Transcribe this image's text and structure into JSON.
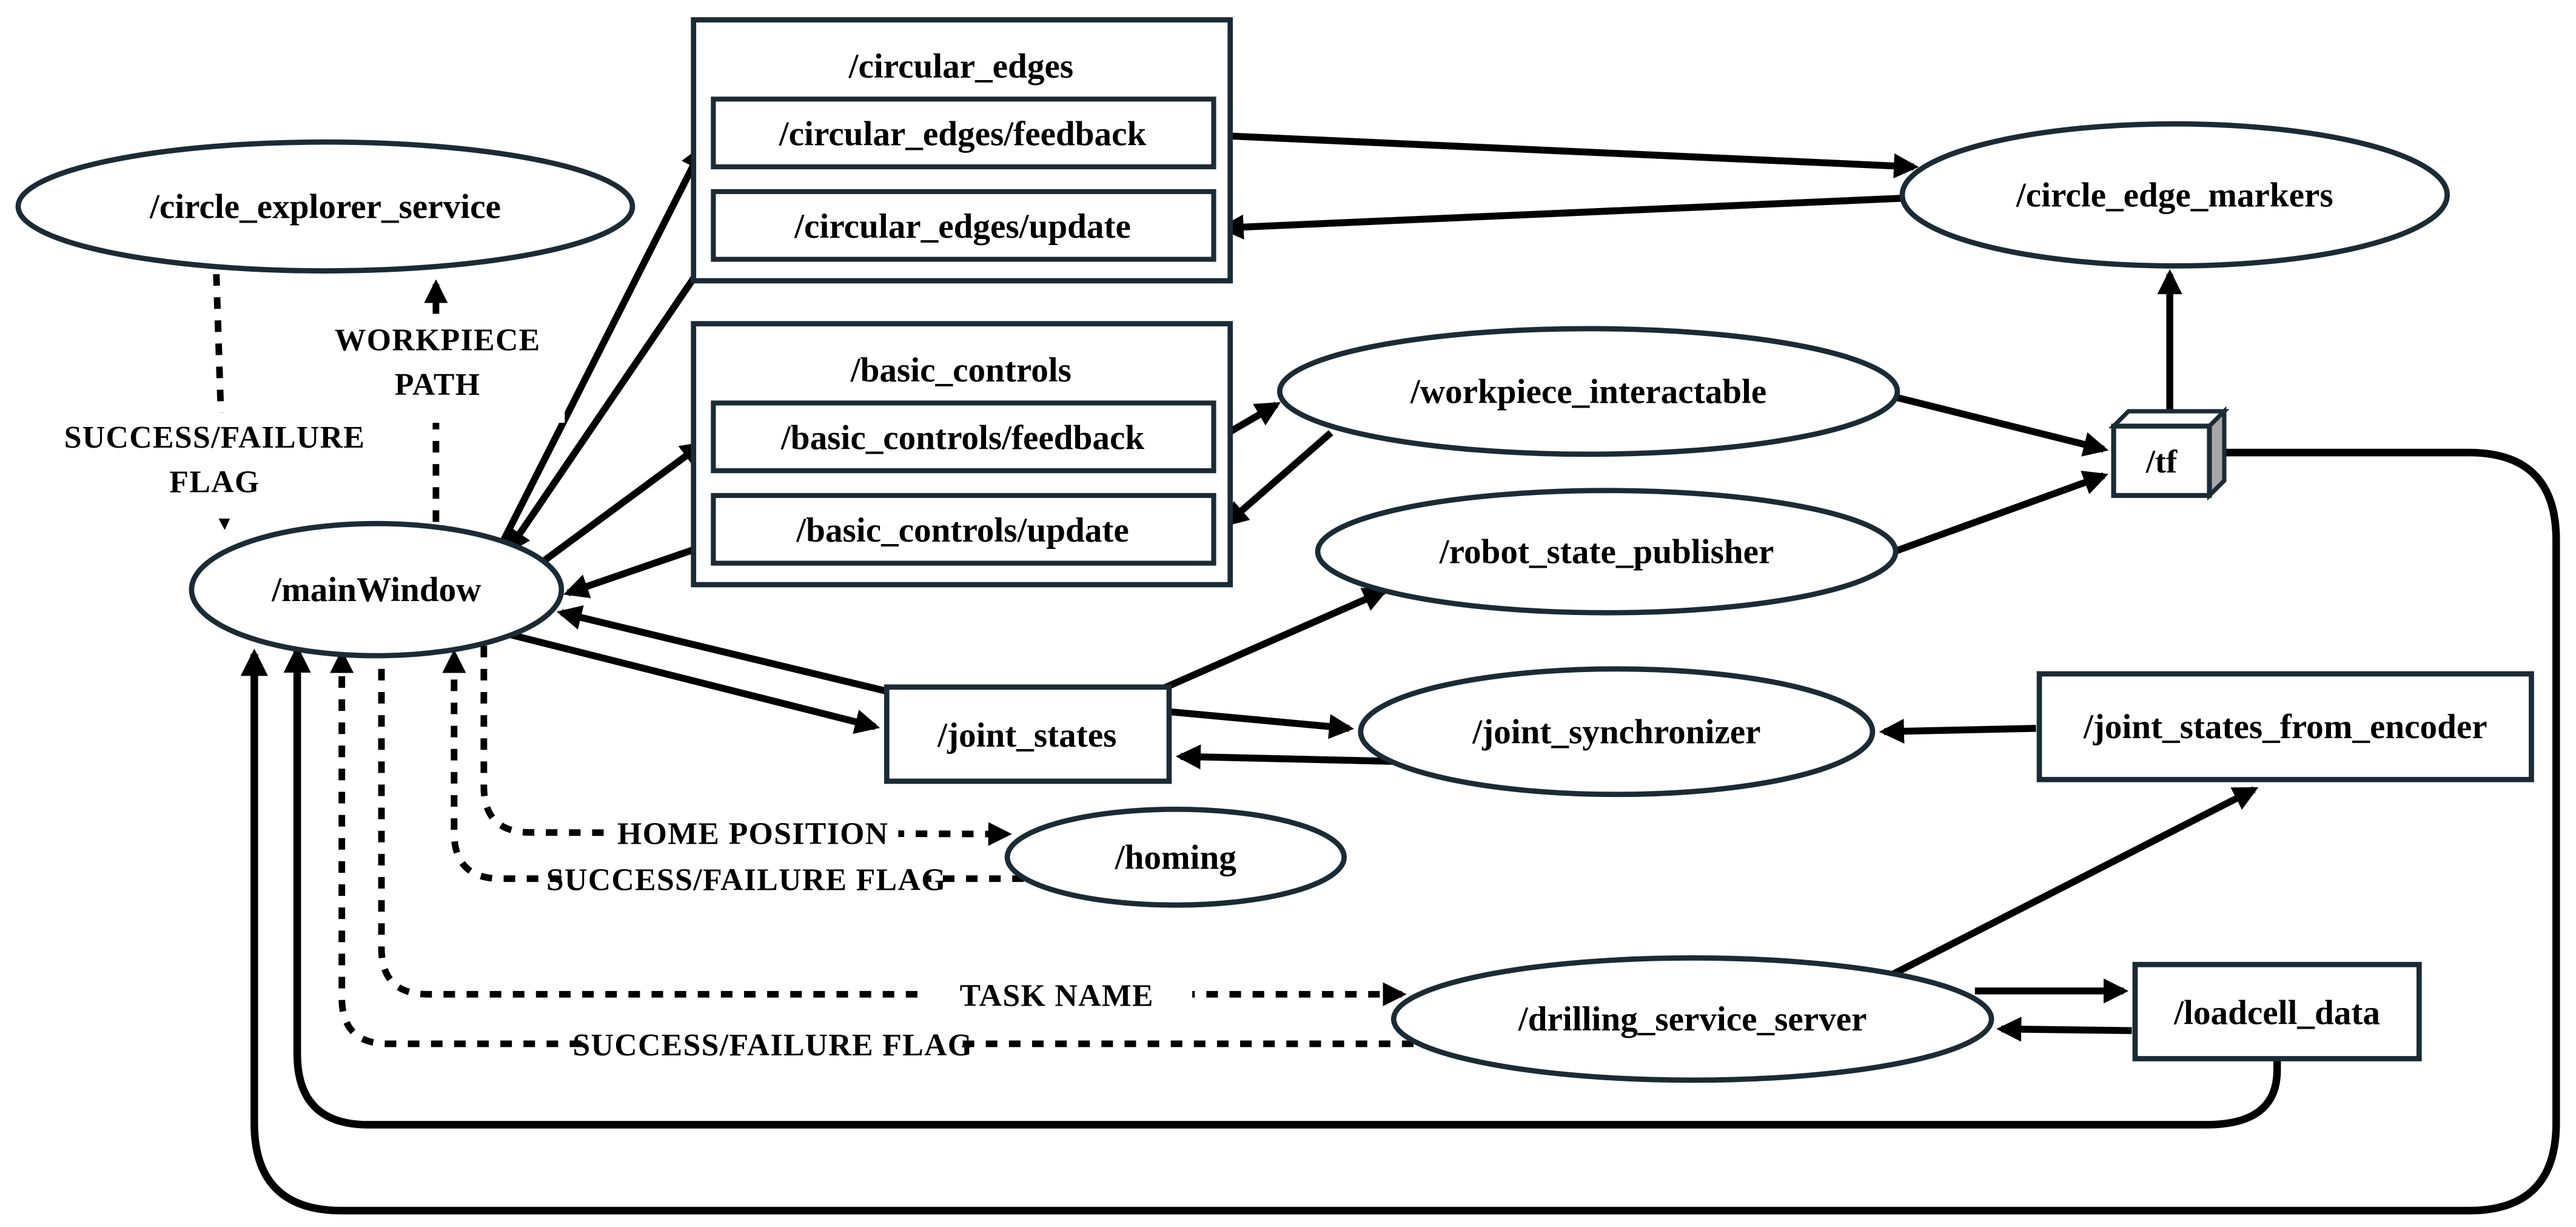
{
  "diagram": {
    "nodes": {
      "circle_explorer_service": {
        "label": "/circle_explorer_service",
        "shape": "ellipse"
      },
      "circular_edges": {
        "label": "/circular_edges",
        "shape": "group-box"
      },
      "circular_edges_feedback": {
        "label": "/circular_edges/feedback",
        "shape": "box"
      },
      "circular_edges_update": {
        "label": "/circular_edges/update",
        "shape": "box"
      },
      "circle_edge_markers": {
        "label": "/circle_edge_markers",
        "shape": "ellipse"
      },
      "basic_controls": {
        "label": "/basic_controls",
        "shape": "group-box"
      },
      "basic_controls_feedback": {
        "label": "/basic_controls/feedback",
        "shape": "box"
      },
      "basic_controls_update": {
        "label": "/basic_controls/update",
        "shape": "box"
      },
      "workpiece_interactable": {
        "label": "/workpiece_interactable",
        "shape": "ellipse"
      },
      "robot_state_publisher": {
        "label": "/robot_state_publisher",
        "shape": "ellipse"
      },
      "tf": {
        "label": "/tf",
        "shape": "cube"
      },
      "main_window": {
        "label": "/mainWindow",
        "shape": "ellipse"
      },
      "joint_states": {
        "label": "/joint_states",
        "shape": "box"
      },
      "joint_synchronizer": {
        "label": "/joint_synchronizer",
        "shape": "ellipse"
      },
      "joint_states_from_encoder": {
        "label": "/joint_states_from_encoder",
        "shape": "box"
      },
      "homing": {
        "label": "/homing",
        "shape": "ellipse"
      },
      "drilling_service_server": {
        "label": "/drilling_service_server",
        "shape": "ellipse"
      },
      "loadcell_data": {
        "label": "/loadcell_data",
        "shape": "box"
      }
    },
    "edge_labels": {
      "workpiece_path": [
        "WORKPIECE",
        "PATH"
      ],
      "success_failure_service": [
        "SUCCESS/FAILURE",
        "FLAG"
      ],
      "home_position": "HOME POSITION",
      "success_failure_homing": "SUCCESS/FAILURE FLAG",
      "task_name": "TASK NAME",
      "success_failure_drilling": "SUCCESS/FAILURE FLAG"
    },
    "colors": {
      "node_outline": "#1b2b36",
      "edge": "#000000",
      "text": "#000000",
      "tf_side": "#a8a8a8"
    }
  }
}
